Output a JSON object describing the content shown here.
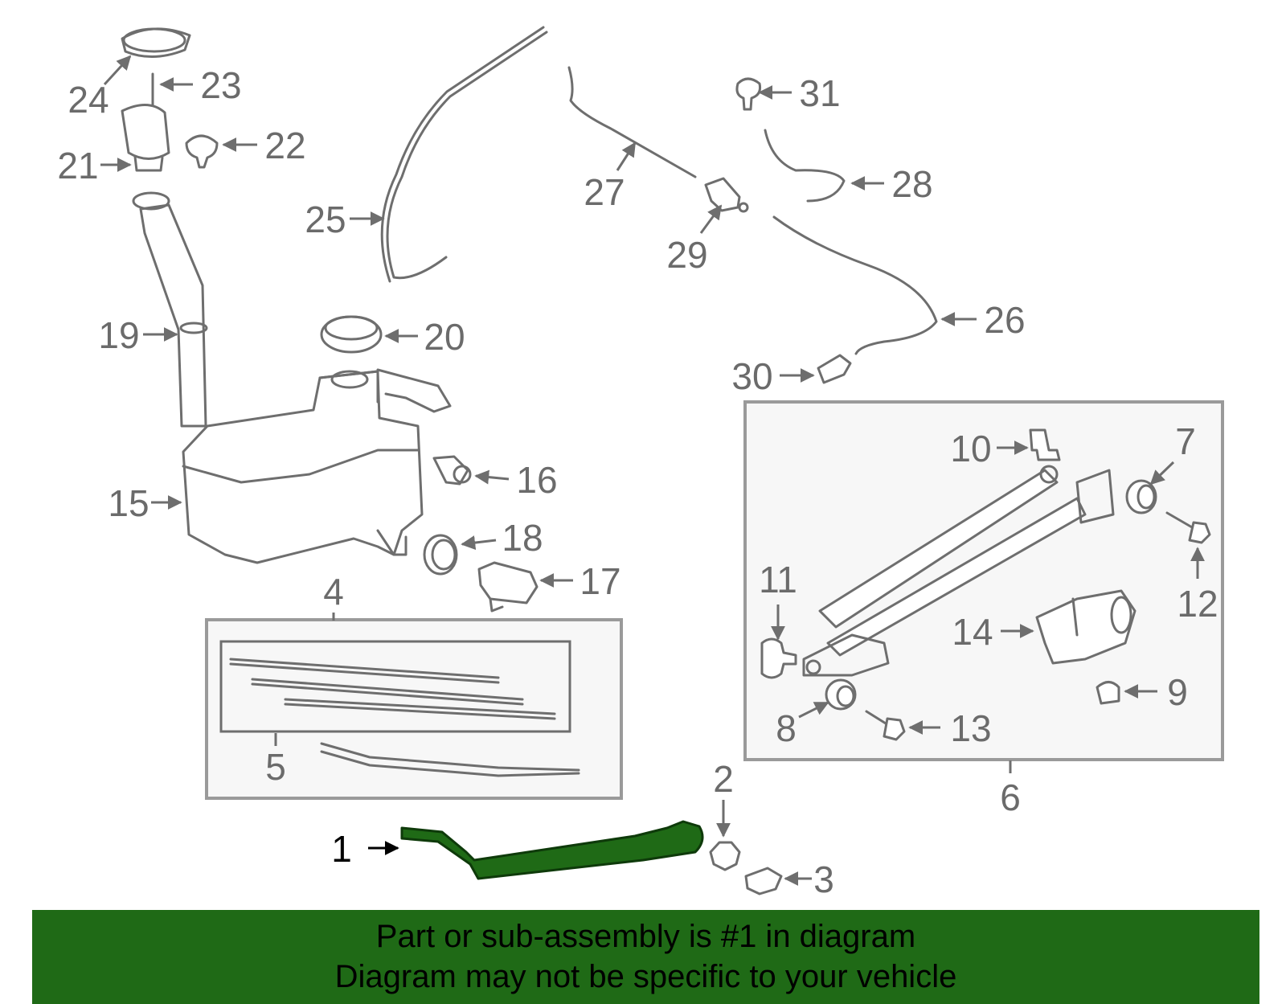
{
  "highlight_color": "#1f6a16",
  "banner": {
    "line1": "Part or sub-assembly is #1 in diagram",
    "line2": "Diagram may not be specific to your vehicle"
  },
  "callouts": {
    "c1": "1",
    "c2": "2",
    "c3": "3",
    "c4": "4",
    "c5": "5",
    "c6": "6",
    "c7": "7",
    "c8": "8",
    "c9": "9",
    "c10": "10",
    "c11": "11",
    "c12": "12",
    "c13": "13",
    "c14": "14",
    "c15": "15",
    "c16": "16",
    "c17": "17",
    "c18": "18",
    "c19": "19",
    "c20": "20",
    "c21": "21",
    "c22": "22",
    "c23": "23",
    "c24": "24",
    "c25": "25",
    "c26": "26",
    "c27": "27",
    "c28": "28",
    "c29": "29",
    "c30": "30",
    "c31": "31"
  }
}
